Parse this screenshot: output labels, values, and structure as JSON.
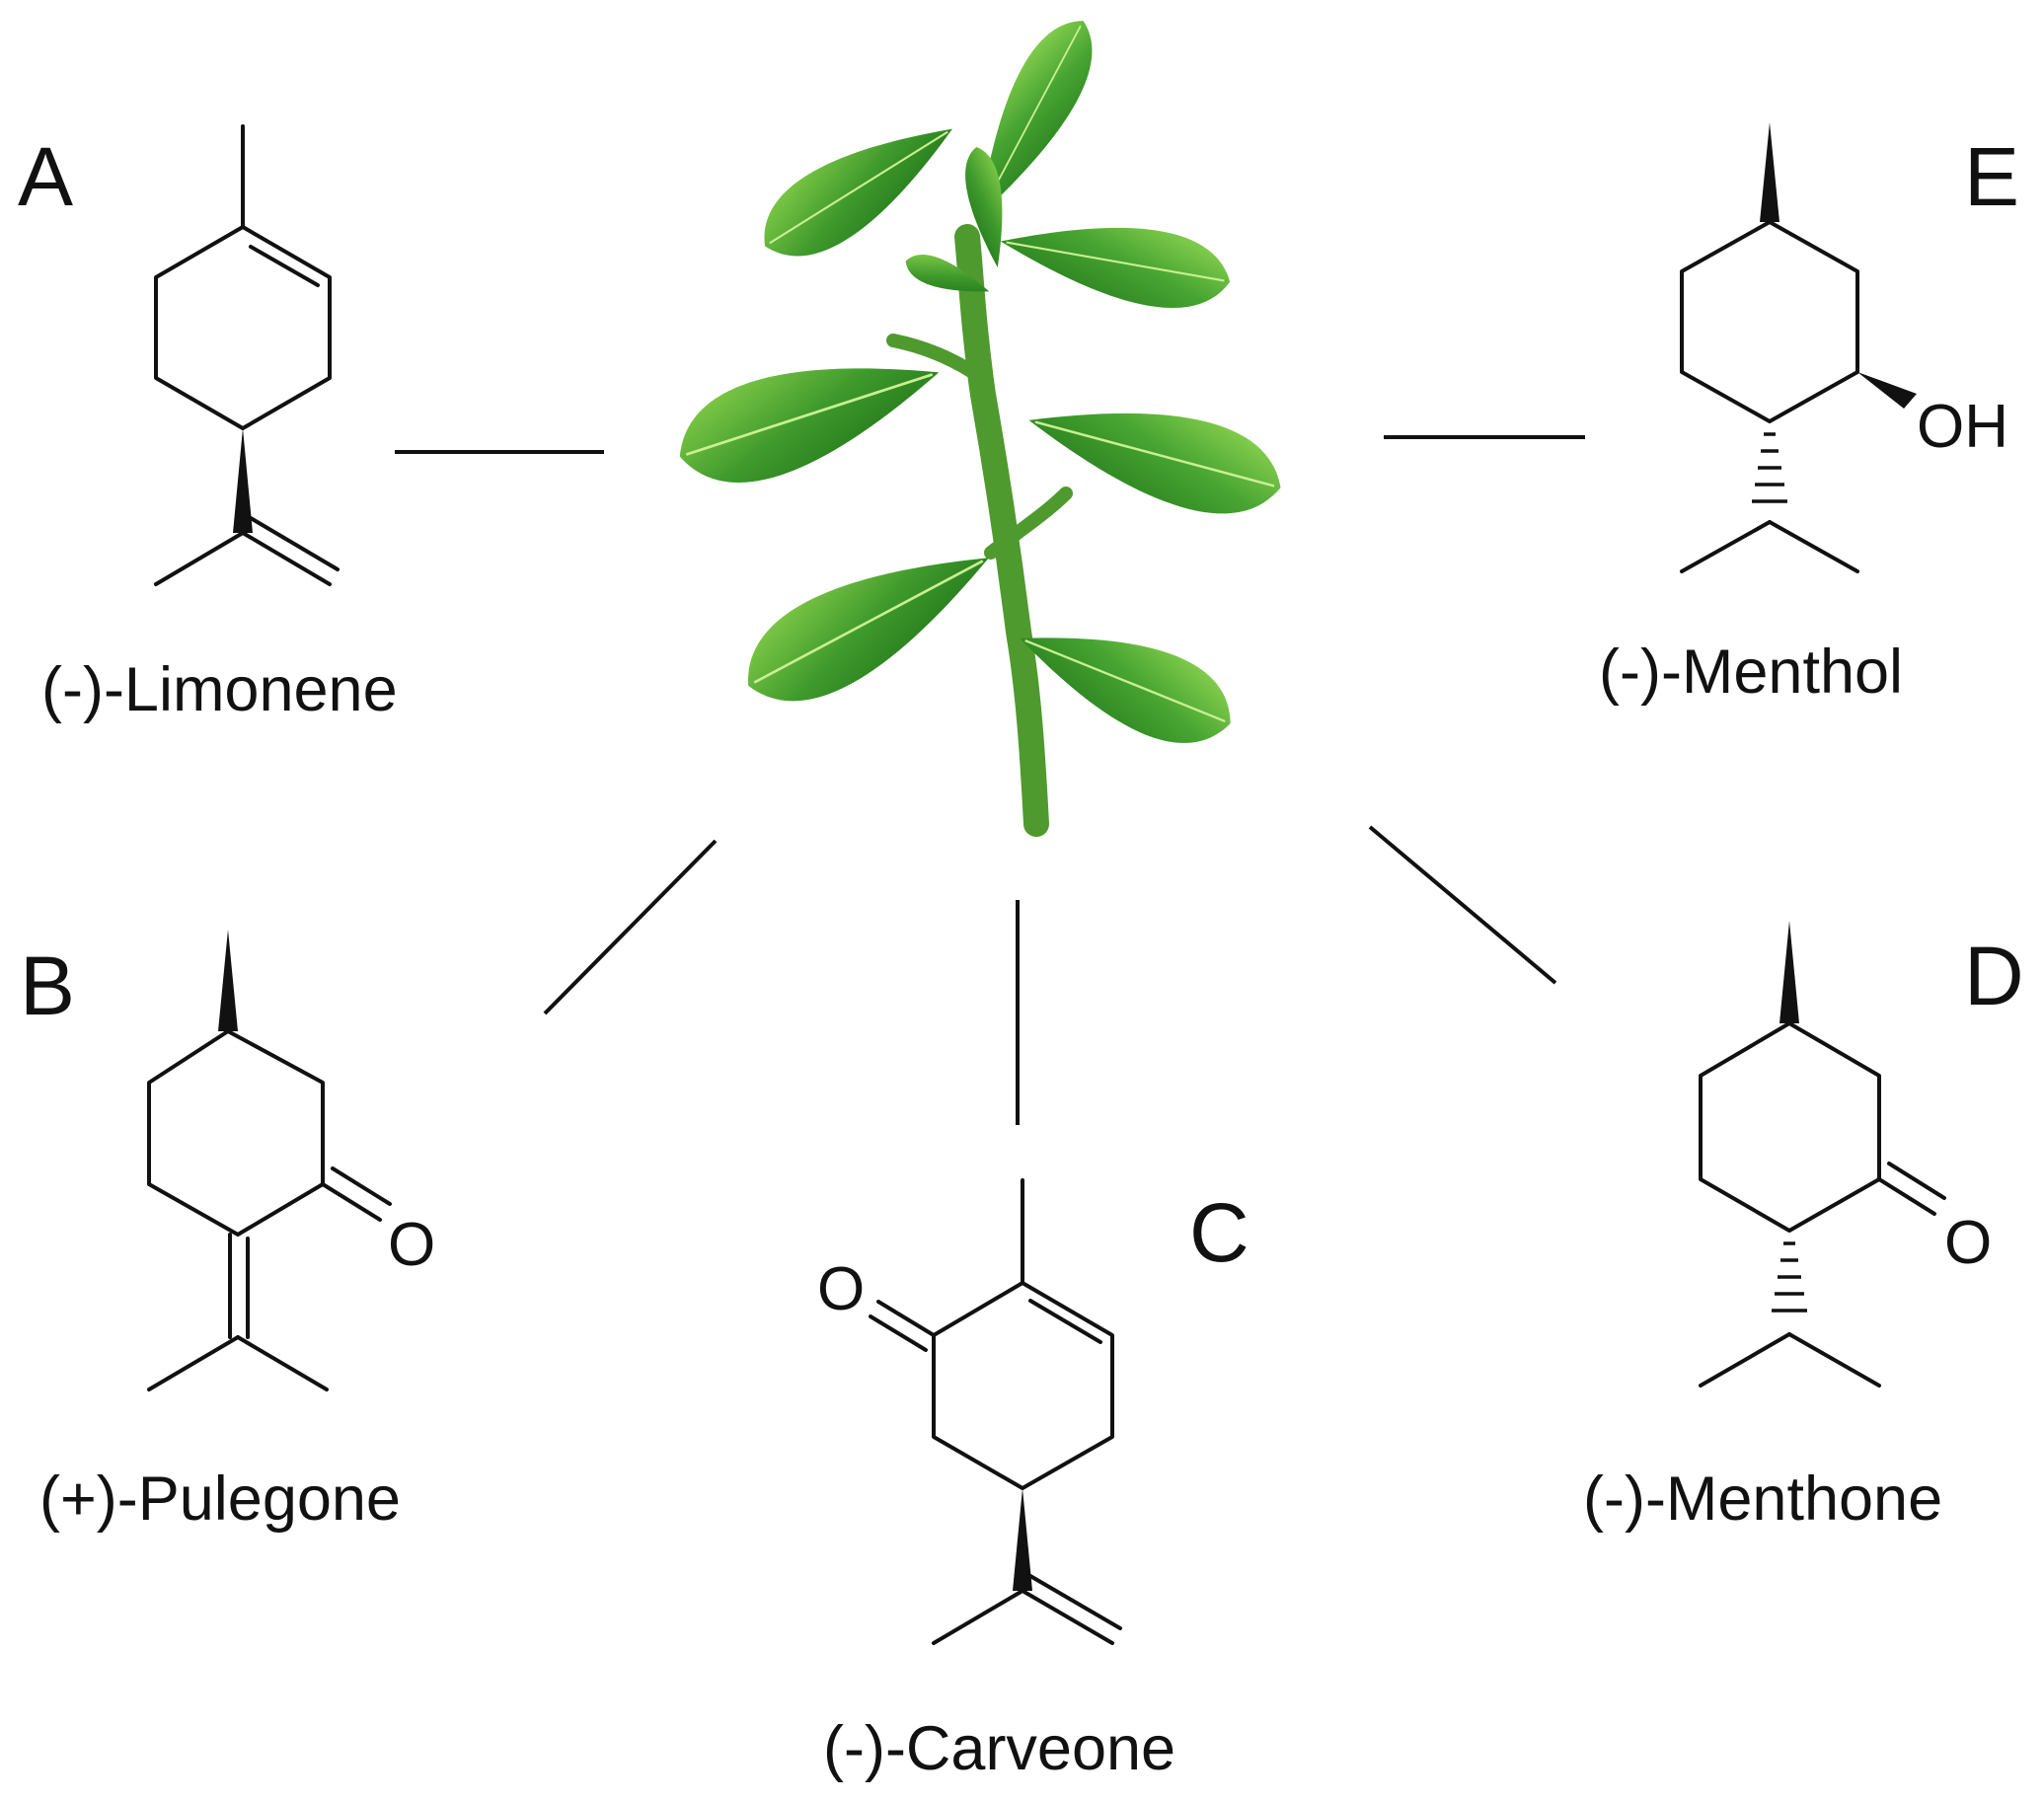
{
  "colors": {
    "leaf_dark": "#1b6f16",
    "leaf_mid": "#3f9a2c",
    "leaf_light": "#8bd24c",
    "stem": "#4f9a2e",
    "ink": "#111111"
  },
  "plant": {
    "icon": "mint-plant-icon"
  },
  "compounds": [
    {
      "letter": "A",
      "name": "(-)-Limonene"
    },
    {
      "letter": "B",
      "name": "(+)-Pulegone",
      "atoms": [
        "O"
      ]
    },
    {
      "letter": "C",
      "name": "(-)-Carveone",
      "atoms": [
        "O"
      ]
    },
    {
      "letter": "D",
      "name": "(-)-Menthone",
      "atoms": [
        "O"
      ]
    },
    {
      "letter": "E",
      "name": "(-)-Menthol",
      "atoms": [
        "OH"
      ]
    }
  ]
}
